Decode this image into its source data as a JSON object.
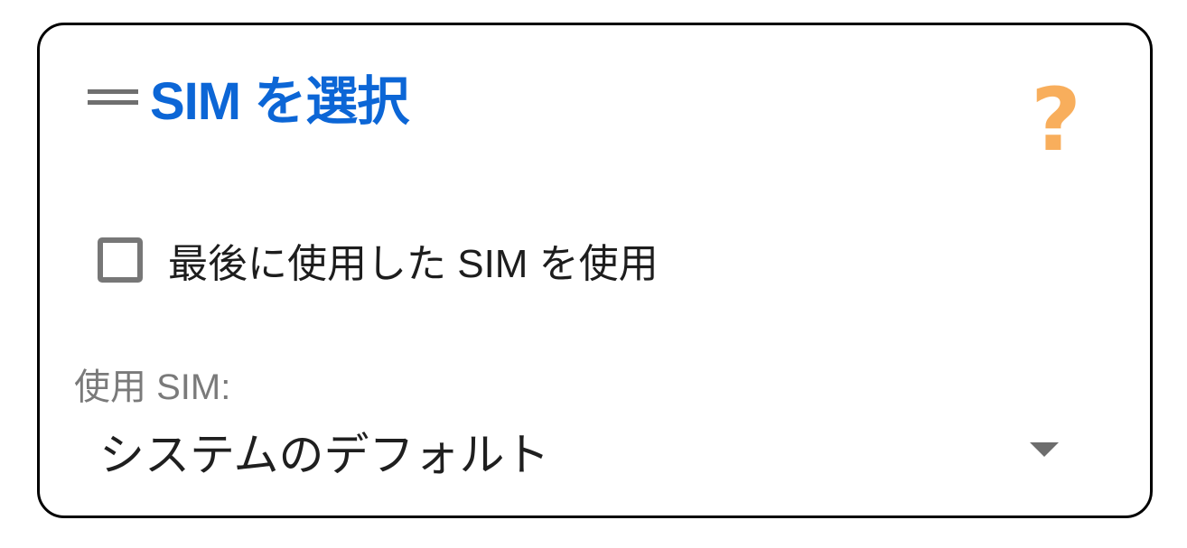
{
  "dialog": {
    "title": "SIM を選択",
    "help_icon": "question-mark-icon",
    "help_glyph": "?",
    "drag_icon": "drag-handle-icon",
    "colors": {
      "title": "#0c66d6",
      "help": "#f8ae5c",
      "border": "#000000",
      "checkbox_border": "#777777",
      "label_muted": "#7a7a7a"
    }
  },
  "checkbox": {
    "label": "最後に使用した SIM を使用",
    "checked": false
  },
  "sim_select": {
    "label": "使用 SIM:",
    "selected": "システムのデフォルト",
    "icon": "dropdown-arrow-icon"
  }
}
